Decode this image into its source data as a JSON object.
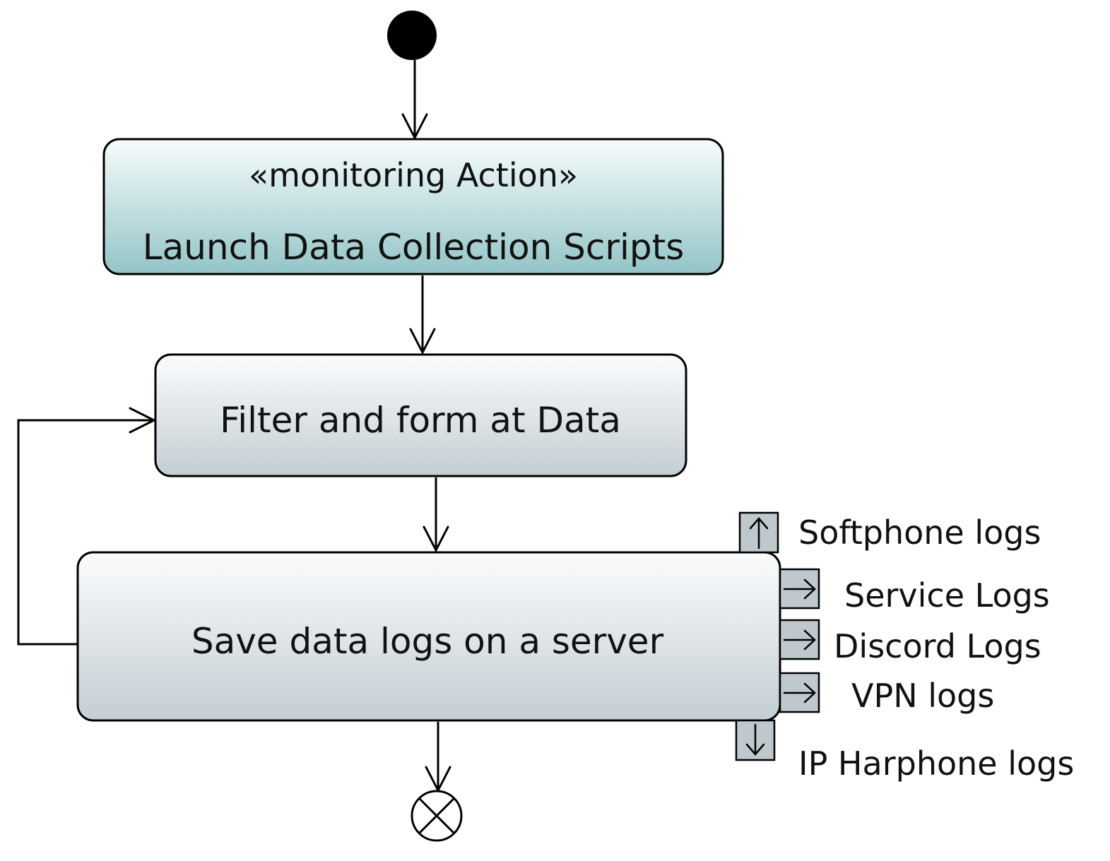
{
  "diagram": {
    "type": "uml-activity-diagram",
    "colors": {
      "action_teal_light": "#f7fcfc",
      "action_teal_dark": "#93c4c7",
      "action_gray_light": "#fbfcfd",
      "action_gray_dark": "#c4ced3",
      "pin_fill": "#bfc8cc",
      "stroke": "#000000",
      "text": "#111111"
    },
    "initial_node": {
      "name": "initial-node"
    },
    "final_node": {
      "name": "flow-final-node"
    },
    "actions": [
      {
        "id": "launch",
        "stereotype": "«monitoring Action»",
        "label": "Launch Data Collection Scripts"
      },
      {
        "id": "filter",
        "label": "Filter and form at Data"
      },
      {
        "id": "save",
        "label": "Save data logs on a server"
      }
    ],
    "pins": [
      {
        "id": "softphone",
        "direction": "up",
        "label": "Softphone logs"
      },
      {
        "id": "service",
        "direction": "right",
        "label": "Service Logs"
      },
      {
        "id": "discord",
        "direction": "right",
        "label": "Discord Logs"
      },
      {
        "id": "vpn",
        "direction": "right",
        "label": "VPN logs"
      },
      {
        "id": "ipharphone",
        "direction": "down",
        "label": "IP Harphone logs"
      }
    ],
    "edges": [
      {
        "from": "initial-node",
        "to": "launch"
      },
      {
        "from": "launch",
        "to": "filter"
      },
      {
        "from": "filter",
        "to": "save"
      },
      {
        "from": "save",
        "to": "filter"
      },
      {
        "from": "save",
        "to": "flow-final-node"
      }
    ]
  }
}
